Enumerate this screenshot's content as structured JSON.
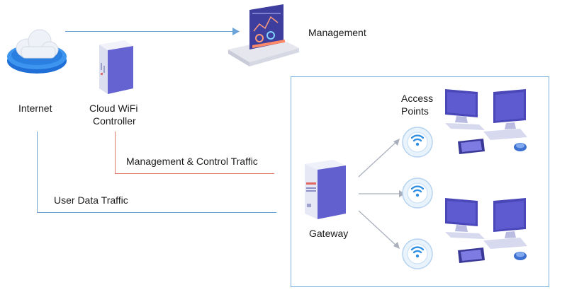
{
  "labels": {
    "internet": "Internet",
    "controller_line1": "Cloud WiFi",
    "controller_line2": "Controller",
    "management": "Management",
    "access_points_line1": "Access",
    "access_points_line2": "Points",
    "mgmt_control_traffic": "Management & Control Traffic",
    "user_data_traffic": "User Data Traffic",
    "gateway": "Gateway"
  },
  "icons": {
    "internet": "cloud-icon",
    "controller": "server-icon",
    "management": "dashboard-icon",
    "gateway": "gateway-server-icon",
    "access_point": "wifi-access-point-icon",
    "clients": "computer-clients-icon"
  },
  "colors": {
    "user_data_line": "#6aa3d8",
    "mgmt_control_line": "#e07a6a",
    "device_purple": "#5b57c9",
    "device_blue": "#2f8fe3"
  }
}
